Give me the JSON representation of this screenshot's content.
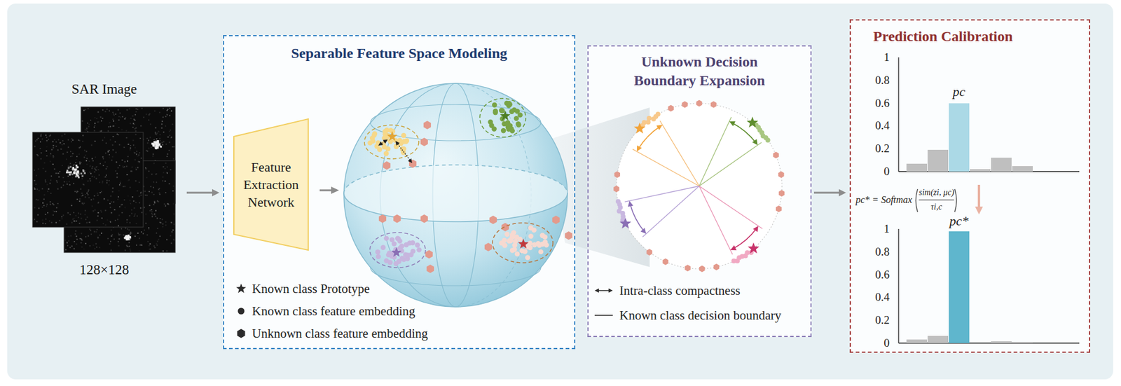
{
  "diagram": {
    "nodes": [
      {
        "text": [
          "SAR Image",
          "128×128"
        ]
      },
      {
        "text": [
          "Separable Feature Space Modeling"
        ]
      },
      {
        "text": [
          "Feature Extraction Network"
        ],
        "in": 1
      },
      {
        "text": [
          "Unknown Decision Boundary Expansion"
        ]
      },
      {
        "text": [
          "Prediction Calibration"
        ]
      }
    ],
    "edges": [
      {
        "from": 0,
        "to": 1,
        "arrow": "to"
      },
      {
        "from": 3,
        "to": 4,
        "arrow": "to"
      }
    ],
    "labels": [
      "1",
      "0.8",
      "0.6",
      "0.4",
      "0.2",
      "0",
      "pc",
      "pc* = Softmax",
      "sim(zi, μc)",
      "τi,c",
      "pc*",
      "1",
      "0.8",
      "0.6",
      "0.4",
      "0.2",
      "0"
    ],
    "legend": [
      {
        "text": "Known class Prototype"
      },
      {
        "text": "Known class feature embedding"
      },
      {
        "text": "Unknown class feature embedding"
      },
      {
        "text": "Intra-class compactness"
      },
      {
        "text": "Known class decision boundary"
      }
    ]
  }
}
